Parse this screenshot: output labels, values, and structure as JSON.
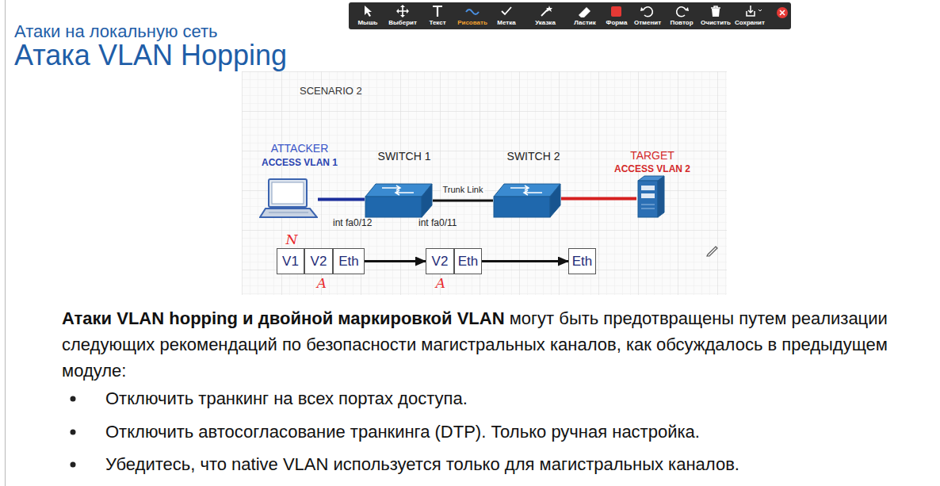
{
  "diagram": {
    "title": "Атака VLAN Hopping",
    "nodes": [
      {
        "text": [
          "ATTACKER",
          "ACCESS VLAN 1"
        ]
      },
      {
        "text": [
          "SWITCH 1"
        ]
      },
      {
        "text": [
          "SWITCH 2"
        ]
      },
      {
        "text": [
          "TARGET",
          "ACCESS VLAN 2"
        ]
      },
      {
        "text": [
          "V1"
        ]
      },
      {
        "text": [
          "V2"
        ]
      },
      {
        "text": [
          "Eth"
        ]
      },
      {
        "text": [
          "V2"
        ]
      },
      {
        "text": [
          "Eth"
        ]
      },
      {
        "text": [
          "Eth"
        ]
      }
    ],
    "edges": [
      {
        "from": 0,
        "to": 1,
        "arrow": "none"
      },
      {
        "from": 1,
        "to": 2,
        "label": "Trunk Link",
        "arrow": "none"
      },
      {
        "from": 2,
        "to": 3,
        "arrow": "none"
      },
      {
        "from": 6,
        "to": 7,
        "arrow": "to"
      },
      {
        "from": 8,
        "to": 9,
        "arrow": "to"
      }
    ],
    "labels": [
      "Атаки на локальную сеть",
      "Мышь",
      "Выберит",
      "Текст",
      "Рисовать",
      "Метка",
      "Указка",
      "Ластик",
      "Форма",
      "Отменит",
      "Повтор",
      "Очистить",
      "Сохранит",
      "SCENARIO 2",
      "int fa0/12",
      "int fa0/11",
      "N",
      "A",
      "A",
      "Атаки VLAN hopping и двойной маркировкой VLAN",
      "могут быть предотвращены путем реализации следующих рекомендаций по безопасности магистральных каналов, как обсуждалось в предыдущем модуле:",
      "Отключить транкинг на всех портах доступа.",
      "Отключить автосогласование транкинга (DTP). Только ручная настройка.",
      "Убедитесь, что native VLAN используется только для магистральных каналов."
    ]
  }
}
